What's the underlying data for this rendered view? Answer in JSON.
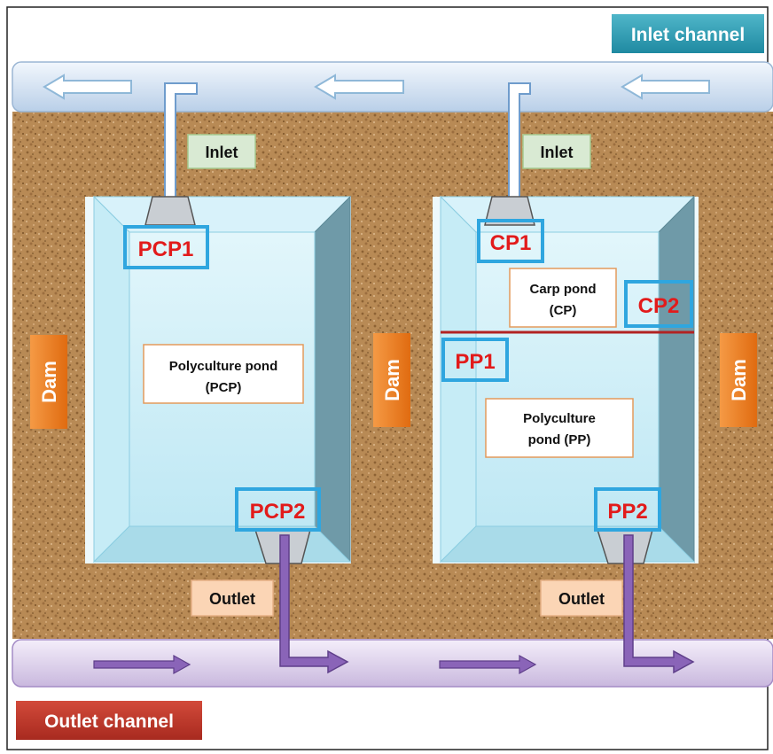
{
  "channels": {
    "inlet_label": "Inlet channel",
    "outlet_label": "Outlet channel"
  },
  "left_pond": {
    "inlet_label": "Inlet",
    "outlet_label": "Outlet",
    "pond_label_line1": "Polyculture pond",
    "pond_label_line2": "(PCP)",
    "sample_top": "PCP1",
    "sample_bottom": "PCP2"
  },
  "right_pond": {
    "inlet_label": "Inlet",
    "outlet_label": "Outlet",
    "carp_label_line1": "Carp pond",
    "carp_label_line2": "(CP)",
    "poly_label_line1": "Polyculture",
    "poly_label_line2": "pond (PP)",
    "sample_cp1": "CP1",
    "sample_cp2": "CP2",
    "sample_pp1": "PP1",
    "sample_pp2": "PP2"
  },
  "dams": {
    "left": "Dam",
    "middle": "Dam",
    "right": "Dam"
  },
  "colors": {
    "inlet_channel_tag": "#2f9db3",
    "outlet_channel_tag": "#c0392b",
    "dam_tag": "#f07d22",
    "sample_box": "#2fa6df",
    "sample_text": "#e21b1b",
    "inlet_box": "#d9ead3",
    "outlet_box": "#fbd5b5",
    "soil": "#b8884f",
    "water": "#cdeef8",
    "outlet_arrow": "#7a55a8",
    "divider_line": "#b22222"
  }
}
